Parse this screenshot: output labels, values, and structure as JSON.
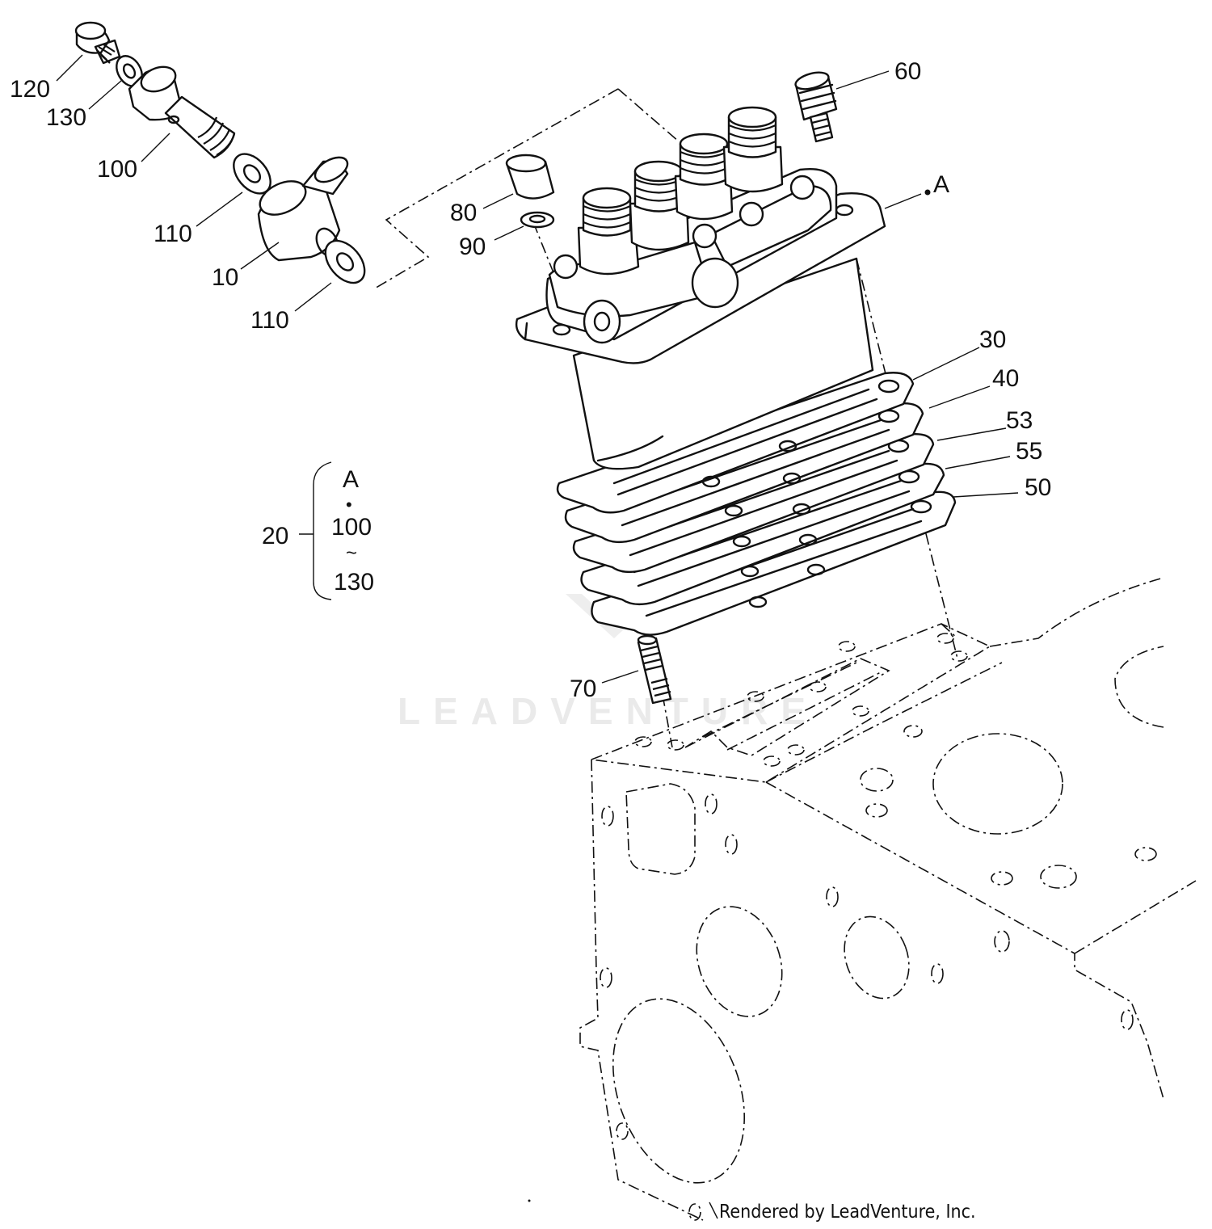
{
  "callouts": {
    "c120": "120",
    "c130": "130",
    "c100": "100",
    "c110a": "110",
    "c10": "10",
    "c110b": "110",
    "c80": "80",
    "c90": "90",
    "c60": "60",
    "cA": "A",
    "c30": "30",
    "c40": "40",
    "c53": "53",
    "c55": "55",
    "c50": "50",
    "c70": "70",
    "c20": "20"
  },
  "kit": {
    "top": "A",
    "dot": "•",
    "from": "100",
    "tilde": "~",
    "to": "130"
  },
  "watermark": "LEADVENTURE",
  "credit": "Rendered by LeadVenture, Inc.",
  "colors": {
    "ink": "#111111",
    "background": "#ffffff",
    "watermark": "#d9d9d9"
  }
}
